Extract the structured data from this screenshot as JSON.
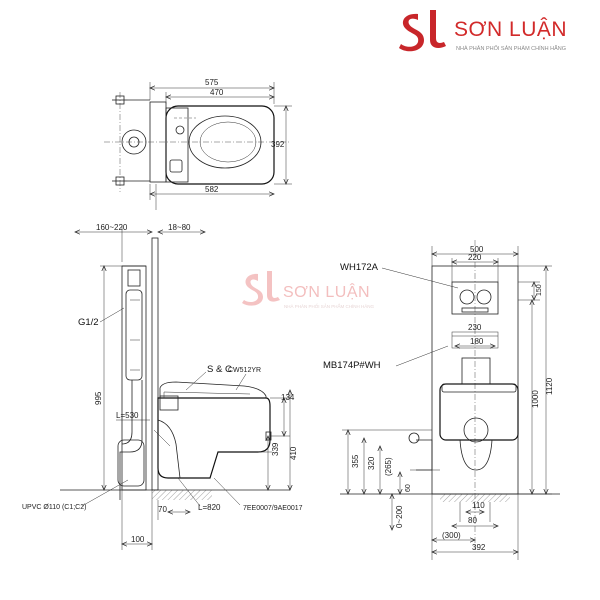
{
  "brand": {
    "name": "SƠN LUẬN",
    "tagline": "NHÀ PHÂN PHỐI SẢN PHẨM CHÍNH HÃNG",
    "accent_color": "#d22a2a"
  },
  "watermark": {
    "name": "SƠN LUẬN",
    "tagline": "NHÀ PHÂN PHỐI SẢN PHẨM CHÍNH HÃNG"
  },
  "top_view": {
    "dim_575": "575",
    "dim_470": "470",
    "dim_392": "392",
    "dim_582": "582"
  },
  "side_view": {
    "dim_160_220": "160~220",
    "dim_18_80": "18~80",
    "label_g12": "G1/2",
    "dim_995": "995",
    "label_sc": "S & C",
    "label_cw512yr": "CW512YR",
    "dim_134": "134",
    "label_l530": "L=530",
    "dim_339": "339",
    "dim_410": "410",
    "label_upvc": "UPVC Ø110 (C1;C2)",
    "dim_70": "70",
    "label_l820": "L=820",
    "label_part": "7EE0007/9AE0017",
    "dim_100": "100"
  },
  "front_view": {
    "dim_500": "500",
    "dim_220": "220",
    "label_wh172a": "WH172A",
    "dim_150": "150",
    "dim_230": "230",
    "dim_180": "180",
    "label_mb174p": "MB174P#WH",
    "dim_1000": "1000",
    "dim_1120": "1120",
    "dim_355": "355",
    "dim_320": "320",
    "dim_265": "(265)",
    "dim_60": "60",
    "dim_0_200": "0~200",
    "dim_110": "110",
    "dim_80": "80",
    "dim_300": "(300)",
    "dim_392": "392"
  }
}
